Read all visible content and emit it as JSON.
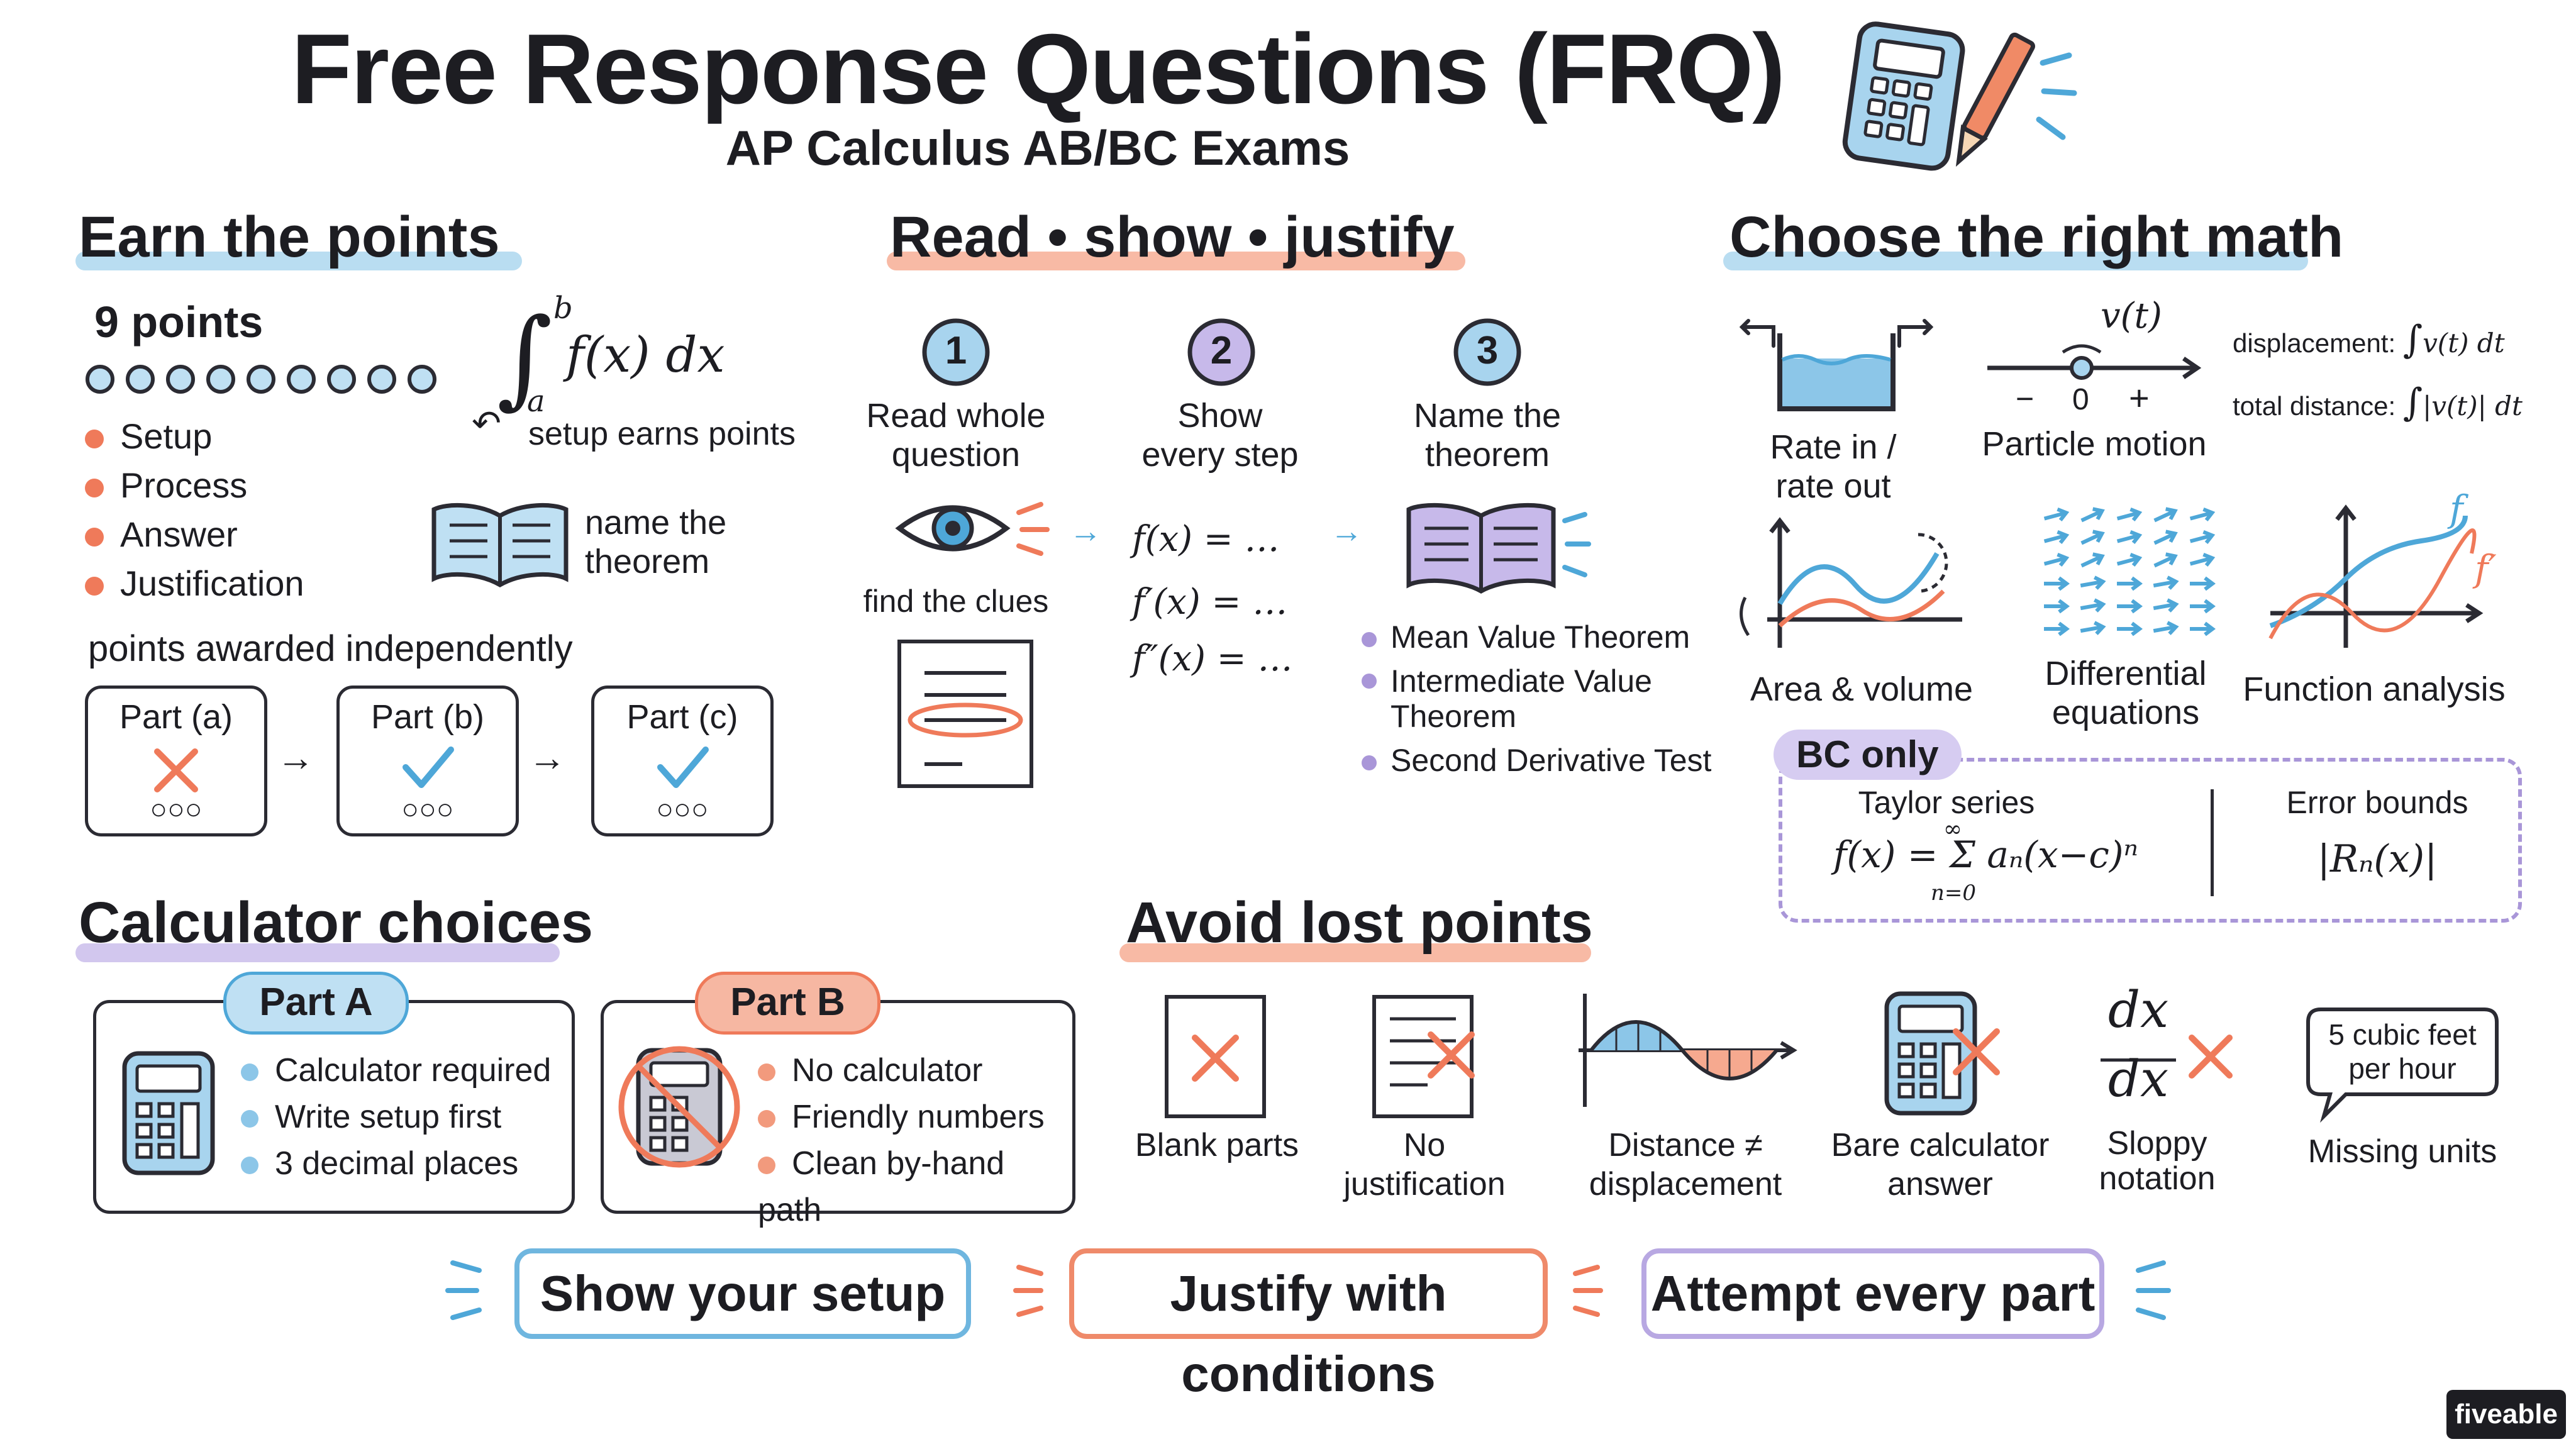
{
  "header": {
    "title": "Free Response Questions (FRQ)",
    "subtitle": "AP Calculus AB/BC Exams"
  },
  "colors": {
    "blue": "#4ea7d8",
    "orange": "#ef7a5a",
    "purple": "#a996d8",
    "ink": "#1d1d22"
  },
  "earn": {
    "title": "Earn the points",
    "points_label": "9 points",
    "points_count": 9,
    "categories": [
      "Setup",
      "Process",
      "Answer",
      "Justification"
    ],
    "integral": "f(x) dx",
    "integral_upper": "b",
    "integral_lower": "a",
    "setup_note": "setup earns points",
    "theorem_note": "name the theorem",
    "independent": "points awarded independently",
    "parts": [
      {
        "label": "Part (a)",
        "mark": "cross"
      },
      {
        "label": "Part (b)",
        "mark": "check"
      },
      {
        "label": "Part (c)",
        "mark": "check"
      }
    ],
    "part_dots": "○○○"
  },
  "read": {
    "title": "Read • show • justify",
    "steps": [
      {
        "num": "1",
        "label_1": "Read whole",
        "label_2": "question"
      },
      {
        "num": "2",
        "label_1": "Show",
        "label_2": "every step"
      },
      {
        "num": "3",
        "label_1": "Name the",
        "label_2": "theorem"
      }
    ],
    "clue_label": "find the clues",
    "derivs": [
      "f(x) = …",
      "f′(x) = …",
      "f″(x) = …"
    ],
    "theorems": [
      "Mean Value Theorem",
      "Intermediate Value Theorem",
      "Second Derivative Test"
    ]
  },
  "math": {
    "title": "Choose the right math",
    "rate_label_1": "Rate in /",
    "rate_label_2": "rate out",
    "particle_label": "Particle motion",
    "particle_v": "v(t)",
    "particle_minus": "−",
    "particle_zero": "0",
    "particle_plus": "+",
    "displacement_label": "displacement:",
    "displacement_expr": "v(t) dt",
    "distance_label": "total distance:",
    "distance_expr": "|v(t)| dt",
    "area_label": "Area & volume",
    "diffeq_label_1": "Differential",
    "diffeq_label_2": "equations",
    "func_label": "Function analysis",
    "f_label": "f",
    "fprime_label": "f′",
    "bc_tag": "BC only",
    "taylor_label": "Taylor series",
    "taylor_expr": "f(x) = Σ aₙ(x−c)ⁿ",
    "taylor_sup": "∞",
    "taylor_sub": "n=0",
    "error_label": "Error bounds",
    "error_expr": "|Rₙ(x)|"
  },
  "calc": {
    "title": "Calculator choices",
    "part_a": {
      "tag": "Part A",
      "items": [
        "Calculator required",
        "Write setup first",
        "3 decimal places"
      ]
    },
    "part_b": {
      "tag": "Part B",
      "items": [
        "No calculator",
        "Friendly numbers",
        "Clean by-hand path"
      ]
    }
  },
  "avoid": {
    "title": "Avoid lost points",
    "items": [
      {
        "l1": "Blank parts",
        "l2": ""
      },
      {
        "l1": "No",
        "l2": "justification"
      },
      {
        "l1": "Distance ≠",
        "l2": "displacement"
      },
      {
        "l1": "Bare calculator",
        "l2": "answer"
      },
      {
        "l1": "Sloppy",
        "l2": "notation"
      },
      {
        "l1": "Missing units",
        "l2": ""
      }
    ],
    "dx_top": "dx",
    "dx_bottom": "dx",
    "units_bubble_1": "5 cubic feet",
    "units_bubble_2": "per hour"
  },
  "cta": [
    "Show your setup",
    "Justify with conditions",
    "Attempt every part"
  ],
  "brand": "fiveable"
}
